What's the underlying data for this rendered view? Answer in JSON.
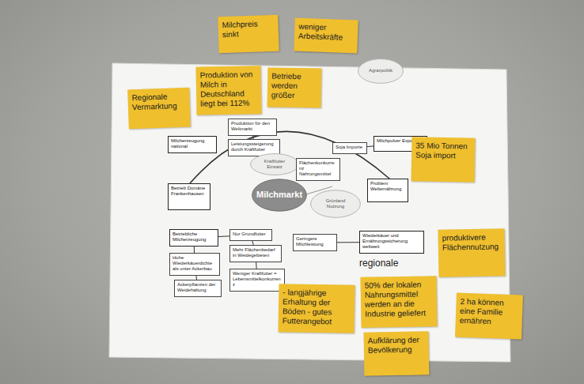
{
  "diagram": {
    "nodes": [
      {
        "text": [
          "Milchpreis sinkt"
        ]
      },
      {
        "text": [
          "weniger Arbeitskräfte"
        ]
      },
      {
        "text": [
          "Produktion von Milch in Deutschland liegt bei 112%"
        ]
      },
      {
        "text": [
          "Betriebe werden größer"
        ]
      },
      {
        "text": [
          "Agrarpolitik"
        ]
      },
      {
        "text": [
          "Regionale Vermarktung"
        ]
      },
      {
        "text": [
          "Produktion für den Weltmarkt"
        ]
      },
      {
        "text": [
          "Milcherzeugung national"
        ]
      },
      {
        "text": [
          "Milchpulver Exporte"
        ]
      },
      {
        "text": [
          "Leistungssteigerung durch Kraftfutter"
        ]
      },
      {
        "text": [
          "Soja Importe"
        ]
      },
      {
        "text": [
          "35 Mio Tonnen Soja import"
        ]
      },
      {
        "text": [
          "Kraftfutter Einsatz"
        ]
      },
      {
        "text": [
          "Flächenkonkurrenz Nahrungsmittel"
        ]
      },
      {
        "text": [
          "Milchmarkt"
        ]
      },
      {
        "text": [
          "Problem Welternährung"
        ]
      },
      {
        "text": [
          "Betrieb Domäne Frankenhausen"
        ]
      },
      {
        "text": [
          "Grünland Nutzung"
        ]
      },
      {
        "text": [
          "Betriebliche Milcherzeugung"
        ]
      },
      {
        "text": [
          "Nur Grundfutter"
        ]
      },
      {
        "text": [
          "produktivere Flächennutzung"
        ]
      },
      {
        "text": [
          "Geringere Milchleistung"
        ]
      },
      {
        "text": [
          "Wiederkäuer und Ernährungssicherung weltweit"
        ]
      },
      {
        "text": [
          "Mehr Flächenbedarf in Weidegebieten"
        ]
      },
      {
        "text": [
          "Hohe Wiederkäuerdichte als unter Ackerbau"
        ]
      },
      {
        "text": [
          "Weniger Kraftfutter = Lebensmittelkonkurrenz"
        ]
      },
      {
        "text": [
          "Ackerpflanzen der Weidehaltung"
        ]
      },
      {
        "text": [
          "- langjährige Erhaltung der Böden - gutes Futterangebot"
        ]
      },
      {
        "text": [
          "50% der lokalen Nahrungsmittel werden an die Industrie geliefert"
        ]
      },
      {
        "text": [
          "2 ha können eine Familie ernähren"
        ]
      },
      {
        "text": [
          "Aufklärung der Bevölkerung"
        ]
      }
    ],
    "edges": [
      {
        "from": 6,
        "to": 9,
        "arrow": "none"
      },
      {
        "from": 10,
        "to": 8,
        "arrow": "none"
      },
      {
        "from": 18,
        "to": 19,
        "arrow": "none"
      },
      {
        "from": 18,
        "to": 24,
        "arrow": "none"
      },
      {
        "from": 24,
        "to": 26,
        "arrow": "none"
      },
      {
        "from": 19,
        "to": 23,
        "arrow": "none"
      },
      {
        "from": 23,
        "to": 25,
        "arrow": "none"
      },
      {
        "from": 21,
        "to": 22,
        "arrow": "none"
      }
    ],
    "labels": [
      "regionale"
    ]
  }
}
